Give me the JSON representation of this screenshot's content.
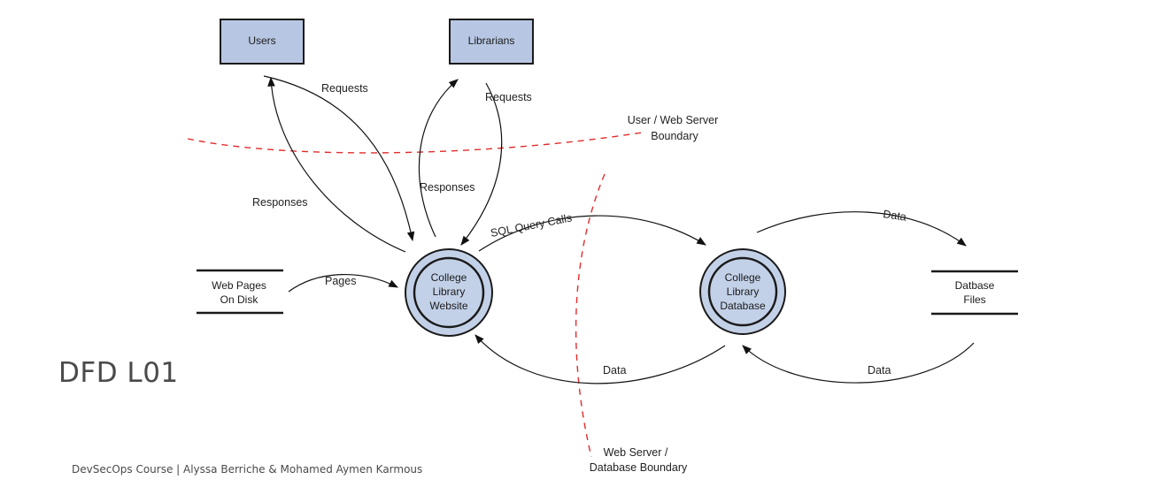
{
  "slide": {
    "title": "DFD L01",
    "footer": "DevSecOps Course | Alyssa Berriche & Mohamed Aymen Karmous"
  },
  "colors": {
    "entity_fill": "#b7c7e3",
    "process_fill": "#c3d1e8",
    "outline": "#1a1a1a",
    "boundary": "#e32b2b"
  },
  "diagram": {
    "entities": {
      "users": "Users",
      "librarians": "Librarians"
    },
    "processes": {
      "website": [
        "College",
        "Library",
        "Website"
      ],
      "database": [
        "College",
        "Library",
        "Database"
      ]
    },
    "stores": {
      "web_pages": [
        "Web Pages",
        "On Disk"
      ],
      "db_files": [
        "Datbase",
        "Files"
      ]
    },
    "flows": {
      "users_requests": "Requests",
      "users_responses": "Responses",
      "librarians_requests": "Requests",
      "librarians_responses": "Responses",
      "pages": "Pages",
      "sql_query_calls": "SQL Query Calls",
      "db_to_files_data": "Data",
      "db_to_website_data": "Data",
      "files_to_db_data": "Data"
    },
    "boundaries": {
      "user_web_server": [
        "User / Web Server",
        "Boundary"
      ],
      "web_server_database": [
        "Web Server /",
        "Database Boundary"
      ]
    }
  }
}
